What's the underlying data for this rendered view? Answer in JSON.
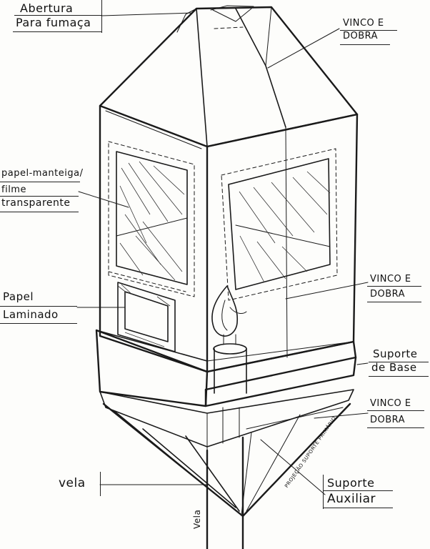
{
  "labels": {
    "abertura_line1": "Abertura",
    "abertura_line2": "Para fumaça",
    "vinco_top_line1": "VINCO E",
    "vinco_top_line2": "DOBRA",
    "papel_line1": "papel-manteiga/",
    "papel_line2": "filme",
    "papel_line3": "transparente",
    "laminado_line1": "Papel",
    "laminado_line2": "Laminado",
    "vinco_mid_line1": "VINCO E",
    "vinco_mid_line2": "DOBRA",
    "suporte_base_line1": "Suporte",
    "suporte_base_line2": "de Base",
    "vinco_low_line1": "VINCO E",
    "vinco_low_line2": "DOBRA",
    "vela_left": "vela",
    "suporte_aux_line1": "Suporte",
    "suporte_aux_line2": "Auxiliar",
    "vela_vertical": "Vela",
    "projecao": "PROJEÇÃO SUPORTE PRIMÁRIO"
  }
}
